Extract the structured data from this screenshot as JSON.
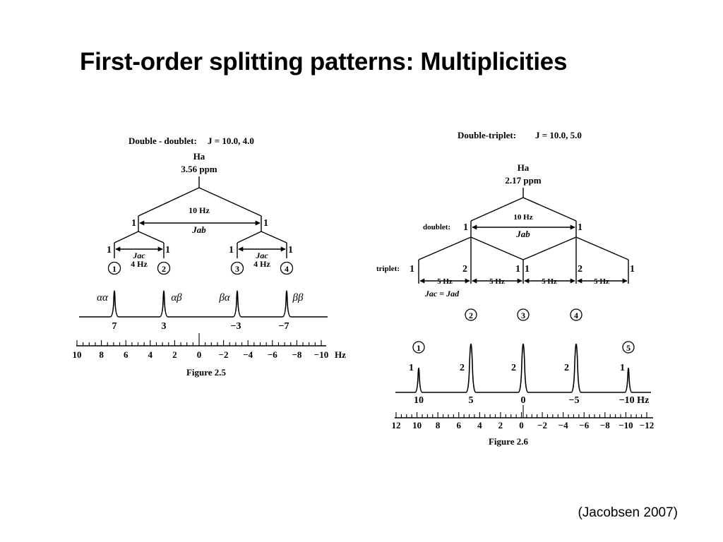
{
  "slide": {
    "title": "First-order splitting patterns: Multiplicities",
    "citation": "(Jacobsen 2007)"
  },
  "figure_dd": {
    "header_label": "Double - doublet:",
    "header_j": "J = 10.0, 4.0",
    "proton": "Ha",
    "shift": "3.56 ppm",
    "jab_value": "10 Hz",
    "jab_label": "Jab",
    "jac_label": "Jac",
    "jac_value": "4 Hz",
    "intensities_level1": [
      "1",
      "1"
    ],
    "intensities_level2": [
      "1",
      "1",
      "1",
      "1"
    ],
    "peak_numbers": [
      "1",
      "2",
      "3",
      "4"
    ],
    "spin_labels": [
      "αα",
      "αβ",
      "βα",
      "ββ"
    ],
    "peak_positions": [
      "7",
      "3",
      "−3",
      "−7"
    ],
    "axis_ticks": [
      "10",
      "8",
      "6",
      "4",
      "2",
      "0",
      "−2",
      "−4",
      "−6",
      "−8",
      "−10"
    ],
    "axis_unit": "Hz",
    "caption": "Figure 2.5"
  },
  "figure_dt": {
    "header_label": "Double-triplet:",
    "header_j": "J = 10.0, 5.0",
    "proton": "Ha",
    "shift": "2.17 ppm",
    "doublet_label": "doublet:",
    "triplet_label": "triplet:",
    "jab_value": "10 Hz",
    "jab_label": "Jab",
    "doublet_intensities": [
      "1",
      "1"
    ],
    "triplet_intensities": [
      "1",
      "2",
      "1",
      "1",
      "2",
      "1"
    ],
    "spacing_labels": [
      "5 Hz",
      "5 Hz",
      "5 Hz",
      "5 Hz"
    ],
    "j_equality": "Jac = Jad",
    "peak_numbers": [
      "1",
      "2",
      "3",
      "4",
      "5"
    ],
    "peak_intensities": [
      "1",
      "2",
      "2",
      "2",
      "1"
    ],
    "peak_positions": [
      "10",
      "5",
      "0",
      "−5",
      "−10 Hz"
    ],
    "axis_ticks": [
      "12",
      "10",
      "8",
      "6",
      "4",
      "2",
      "0",
      "−2",
      "−4",
      "−6",
      "−8",
      "−10",
      "−12"
    ],
    "caption": "Figure 2.6"
  }
}
